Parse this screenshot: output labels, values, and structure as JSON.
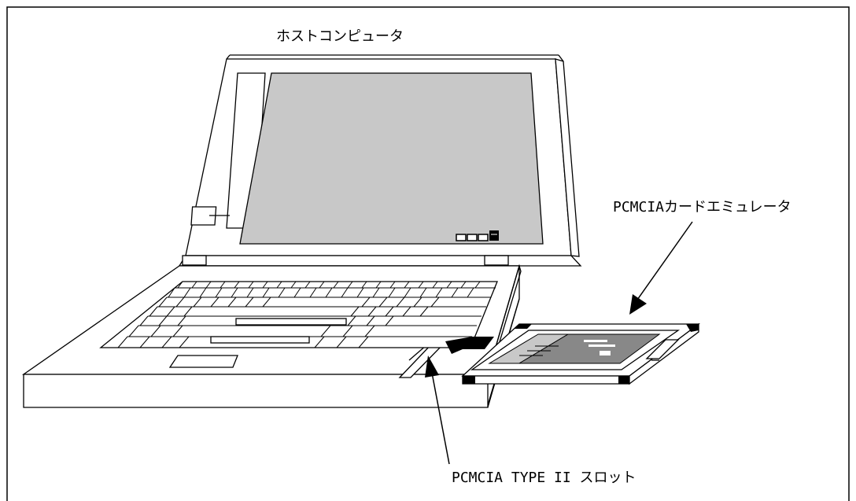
{
  "labels": {
    "host_computer": "ホストコンピュータ",
    "card_emulator": "PCMCIAカードエミュレータ",
    "type2_slot": "PCMCIA TYPE II スロット"
  },
  "colors": {
    "screen_fill": "#c8c8c8",
    "card_label_light": "#c8c8c8",
    "card_label_dark": "#888888",
    "ink": "#000000"
  }
}
